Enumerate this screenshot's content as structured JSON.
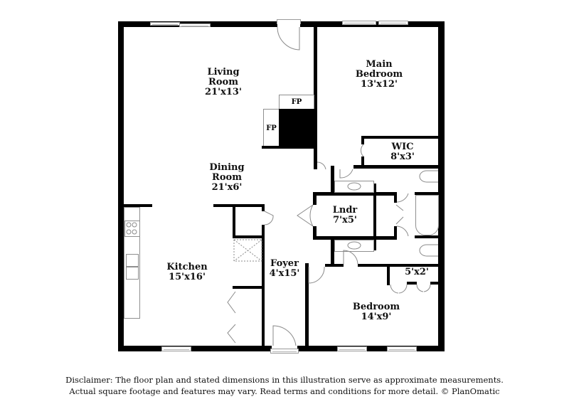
{
  "floor_plan": {
    "rooms": [
      {
        "id": "living",
        "name_line1": "Living",
        "name_line2": "Room",
        "dims": "21'x13'"
      },
      {
        "id": "dining",
        "name_line1": "Dining",
        "name_line2": "Room",
        "dims": "21'x6'"
      },
      {
        "id": "main_bedroom",
        "name_line1": "Main",
        "name_line2": "Bedroom",
        "dims": "13'x12'"
      },
      {
        "id": "wic",
        "name_line1": "WIC",
        "dims": "8'x3'"
      },
      {
        "id": "laundry",
        "name_line1": "Lndr",
        "dims": "7'x5'"
      },
      {
        "id": "kitchen",
        "name_line1": "Kitchen",
        "dims": "15'x16'"
      },
      {
        "id": "foyer",
        "name_line1": "Foyer",
        "dims": "4'x15'"
      },
      {
        "id": "closet",
        "dims": "5'x2'"
      },
      {
        "id": "bedroom",
        "name_line1": "Bedroom",
        "dims": "14'x9'"
      }
    ],
    "fireplace_labels": [
      "FP",
      "FP"
    ]
  },
  "disclaimer": {
    "line1": "Disclaimer: The floor plan and stated dimensions in this illustration serve as approximate measurements.",
    "line2": "Actual square footage and features may vary. Read terms and conditions for more detail. © PlanOmatic"
  }
}
